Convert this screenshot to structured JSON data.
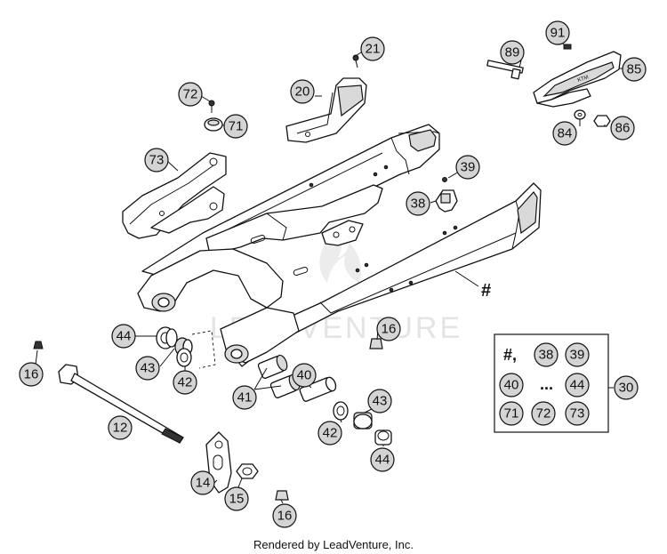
{
  "watermark": "LEADVENTURE",
  "footer": "Rendered by LeadVenture, Inc.",
  "swingarm_marker": "#",
  "callouts": [
    {
      "id": "c21",
      "label": "21"
    },
    {
      "id": "c20",
      "label": "20"
    },
    {
      "id": "c72",
      "label": "72"
    },
    {
      "id": "c71",
      "label": "71"
    },
    {
      "id": "c73",
      "label": "73"
    },
    {
      "id": "c91",
      "label": "91"
    },
    {
      "id": "c89",
      "label": "89"
    },
    {
      "id": "c85",
      "label": "85"
    },
    {
      "id": "c84",
      "label": "84"
    },
    {
      "id": "c86",
      "label": "86"
    },
    {
      "id": "c39",
      "label": "39"
    },
    {
      "id": "c38",
      "label": "38"
    },
    {
      "id": "c44a",
      "label": "44"
    },
    {
      "id": "c43a",
      "label": "43"
    },
    {
      "id": "c42a",
      "label": "42"
    },
    {
      "id": "c16a",
      "label": "16"
    },
    {
      "id": "c16b",
      "label": "16"
    },
    {
      "id": "c41",
      "label": "41"
    },
    {
      "id": "c40",
      "label": "40"
    },
    {
      "id": "c43b",
      "label": "43"
    },
    {
      "id": "c42b",
      "label": "42"
    },
    {
      "id": "c44b",
      "label": "44"
    },
    {
      "id": "c12",
      "label": "12"
    },
    {
      "id": "c14",
      "label": "14"
    },
    {
      "id": "c15",
      "label": "15"
    },
    {
      "id": "c16c",
      "label": "16"
    },
    {
      "id": "c30",
      "label": "30"
    }
  ],
  "kit_box": {
    "prefix": "#,",
    "ellipsis": "...",
    "items": [
      "38",
      "39",
      "40",
      "44",
      "71",
      "72",
      "73"
    ]
  }
}
